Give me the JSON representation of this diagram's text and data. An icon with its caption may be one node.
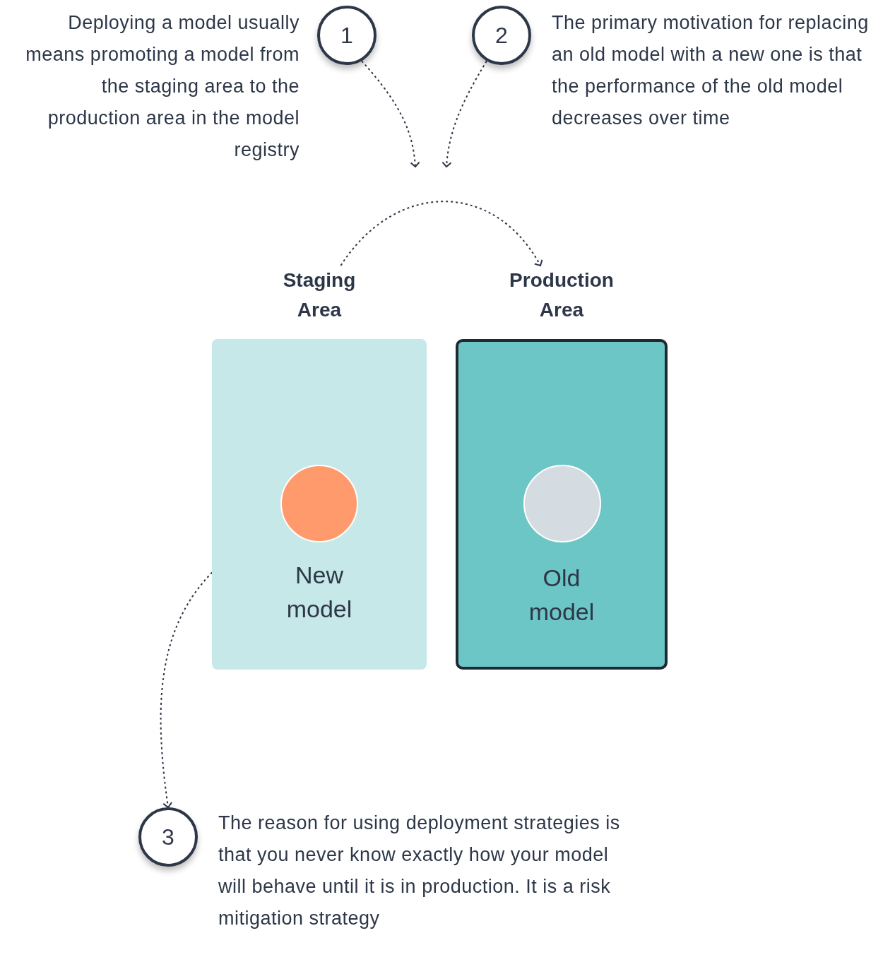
{
  "diagram": {
    "nodes": [
      {
        "text": [
          "1"
        ],
        "beside": [
          "Deploying a model usually means promoting a model from the staging area to the production area in the model registry"
        ]
      },
      {
        "text": [
          "2"
        ],
        "beside": [
          "The primary motivation for replacing an old model with a new one is that the performance of the old model decreases over time"
        ]
      },
      {
        "text": [
          "3"
        ],
        "beside": [
          "The reason for using deployment strategies is that you never know exactly how your model will behave until it is in production. It is a risk mitigation strategy"
        ]
      },
      {
        "text": [
          "Staging Area"
        ]
      },
      {
        "text": [
          "Production Area"
        ]
      },
      {
        "text": [],
        "shape": "circle",
        "in": 3,
        "beside": [
          "New model"
        ]
      },
      {
        "text": [],
        "shape": "circle",
        "in": 4,
        "beside": [
          "Old model"
        ]
      }
    ],
    "edges": [
      {
        "from": 0,
        "to": null,
        "arrow": "to",
        "style": "dashed"
      },
      {
        "from": 1,
        "to": null,
        "arrow": "to",
        "style": "dashed"
      },
      {
        "from": 3,
        "to": 4,
        "arrow": "to",
        "style": "dashed"
      },
      {
        "from": 5,
        "to": 2,
        "arrow": "to",
        "style": "dashed"
      }
    ]
  }
}
